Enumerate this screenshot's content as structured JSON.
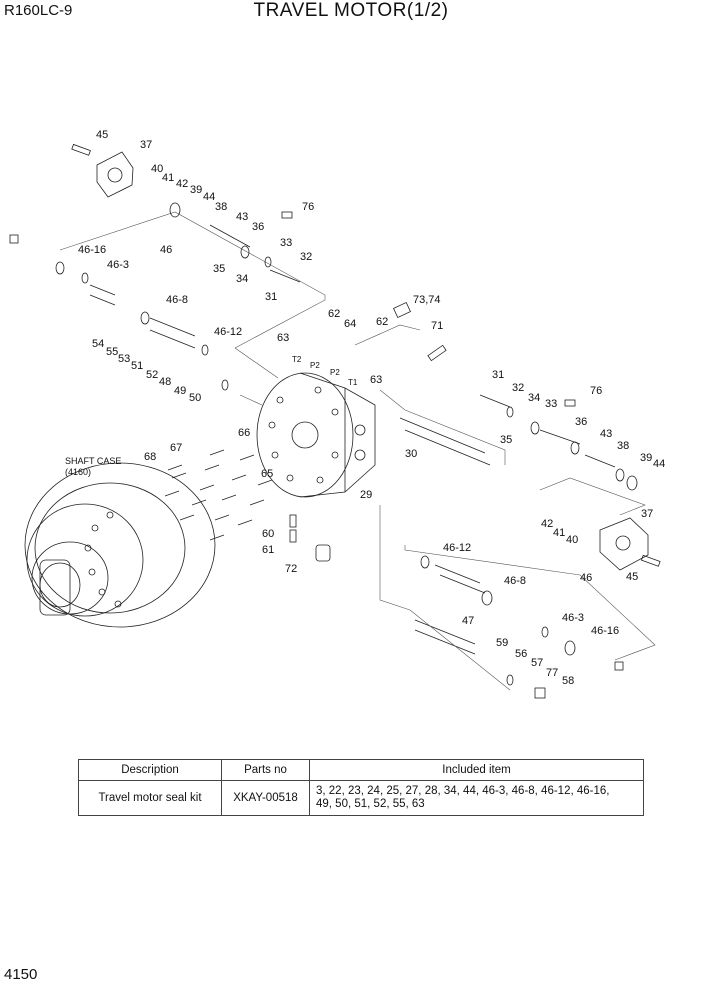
{
  "header": {
    "model": "R160LC-9",
    "title": "TRAVEL MOTOR(1/2)"
  },
  "footer": {
    "page_number": "4150"
  },
  "diagram": {
    "shaft_case_label": "SHAFT CASE",
    "shaft_case_code": "(4160)",
    "port_labels": [
      "T2",
      "P2",
      "P2",
      "T1"
    ],
    "callouts": [
      "45",
      "37",
      "40",
      "41",
      "42",
      "39",
      "44",
      "38",
      "76",
      "43",
      "36",
      "46-16",
      "46",
      "33",
      "46-3",
      "35",
      "32",
      "34",
      "31",
      "46-8",
      "73,74",
      "62",
      "64",
      "63",
      "62",
      "71",
      "46-12",
      "54",
      "55",
      "53",
      "51",
      "52",
      "48",
      "49",
      "50",
      "63",
      "31",
      "32",
      "34",
      "33",
      "76",
      "66",
      "68",
      "67",
      "65",
      "30",
      "36",
      "35",
      "43",
      "38",
      "39",
      "44",
      "29",
      "37",
      "42",
      "41",
      "40",
      "60",
      "61",
      "72",
      "46-12",
      "45",
      "46-8",
      "46",
      "46-3",
      "47",
      "46-16",
      "59",
      "56",
      "57",
      "77",
      "58"
    ]
  },
  "table": {
    "headers": [
      "Description",
      "Parts no",
      "Included item"
    ],
    "rows": [
      {
        "description": "Travel motor seal kit",
        "parts_no": "XKAY-00518",
        "included_line1": "3, 22, 23, 24, 25, 27, 28, 34, 44, 46-3, 46-8, 46-12, 46-16,",
        "included_line2": "49, 50, 51, 52, 55, 63"
      }
    ]
  }
}
